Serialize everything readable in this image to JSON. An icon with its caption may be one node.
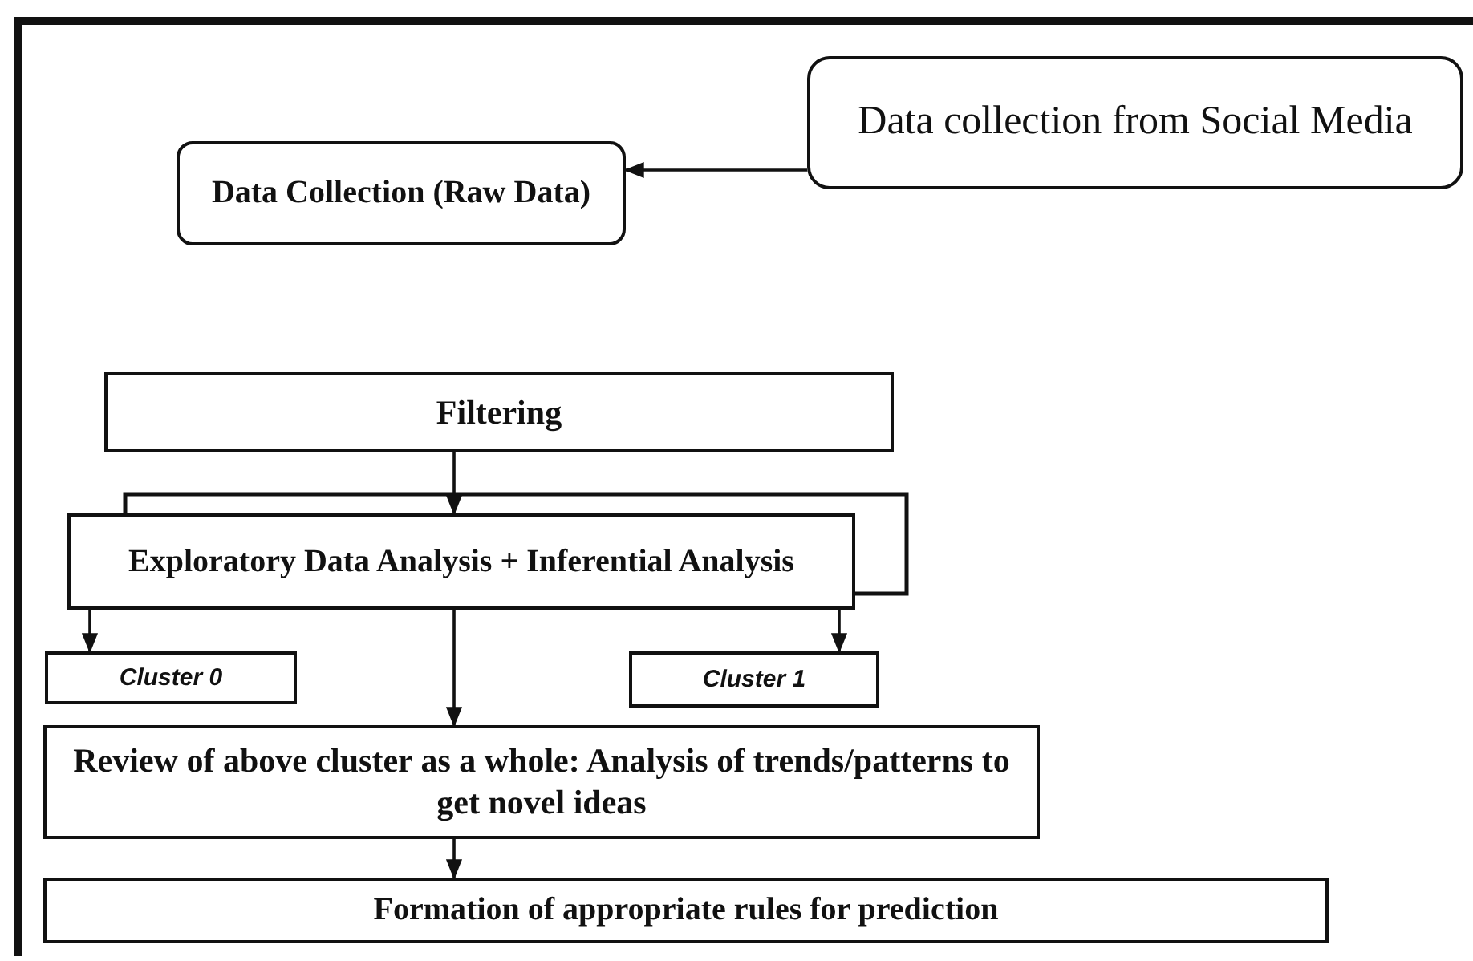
{
  "diagram": {
    "nodes": [
      {
        "text": [
          "Data collection from Social Media"
        ]
      },
      {
        "text": [
          "Data Collection (Raw Data)"
        ]
      },
      {
        "text": [
          "Filtering"
        ]
      },
      {
        "text": [
          "Exploratory Data Analysis + Inferential Analysis"
        ]
      },
      {
        "text": [
          "Cluster 0"
        ]
      },
      {
        "text": [
          "Cluster 1"
        ]
      },
      {
        "text": [
          "Review of above cluster as a whole: Analysis of trends/patterns to get novel ideas"
        ]
      },
      {
        "text": [
          "Formation of appropriate rules for prediction"
        ]
      }
    ],
    "edges": [
      {
        "from": 0,
        "to": 1,
        "arrow": "to"
      },
      {
        "from": 2,
        "to": 3,
        "arrow": "to"
      },
      {
        "from": 3,
        "to": 4,
        "arrow": "to"
      },
      {
        "from": 3,
        "to": 5,
        "arrow": "to"
      },
      {
        "from": 3,
        "to": 6,
        "arrow": "to"
      },
      {
        "from": 6,
        "to": 7,
        "arrow": "to"
      }
    ]
  }
}
